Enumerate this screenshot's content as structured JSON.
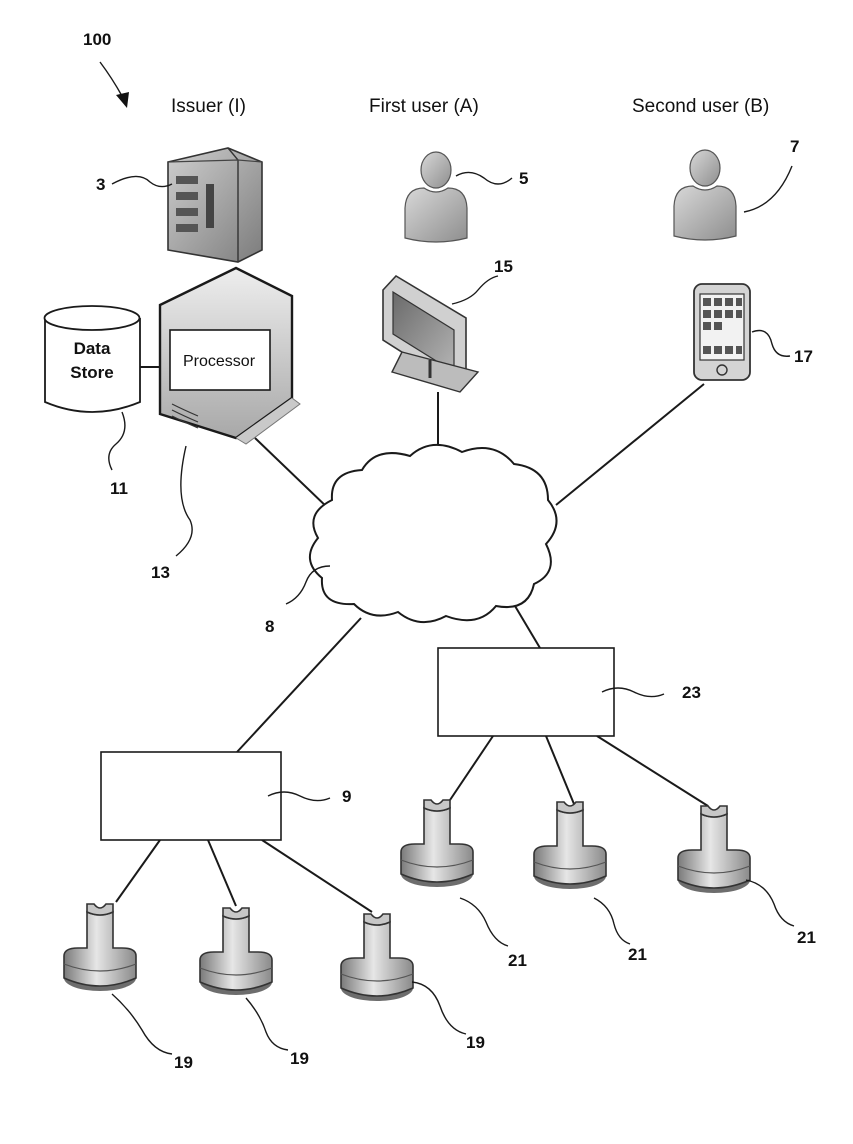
{
  "figure": {
    "figure_ref": "100",
    "headers": {
      "issuer": "Issuer (I)",
      "first_user": "First user (A)",
      "second_user": "Second user (B)"
    },
    "data_store": {
      "line1": "Data",
      "line2": "Store"
    },
    "processor_label": "Processor",
    "refs": {
      "server": "3",
      "first_user": "5",
      "second_user": "7",
      "network": "8",
      "node_left": "9",
      "data_store": "11",
      "processor": "13",
      "monitor": "15",
      "phone": "17",
      "reader_left_1": "19",
      "reader_left_2": "19",
      "reader_left_3": "19",
      "reader_right_1": "21",
      "reader_right_2": "21",
      "reader_right_3": "21",
      "node_right": "23"
    }
  }
}
